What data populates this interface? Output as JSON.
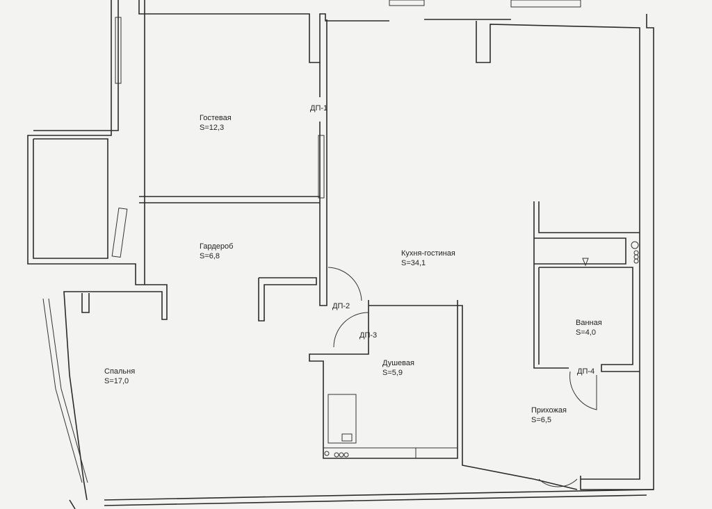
{
  "rooms": [
    {
      "name": "Гостевая",
      "area": "S=12,3"
    },
    {
      "name": "Гардероб",
      "area": "S=6,8"
    },
    {
      "name": "Спальня",
      "area": "S=17,0"
    },
    {
      "name": "Кухня-гостиная",
      "area": "S=34,1"
    },
    {
      "name": "Душевая",
      "area": "S=5,9"
    },
    {
      "name": "Ванная",
      "area": "S=4,0"
    },
    {
      "name": "Прихожая",
      "area": "S=6,5"
    }
  ],
  "doors": [
    "ДП-1",
    "ДП-2",
    "ДП-3",
    "ДП-4"
  ]
}
